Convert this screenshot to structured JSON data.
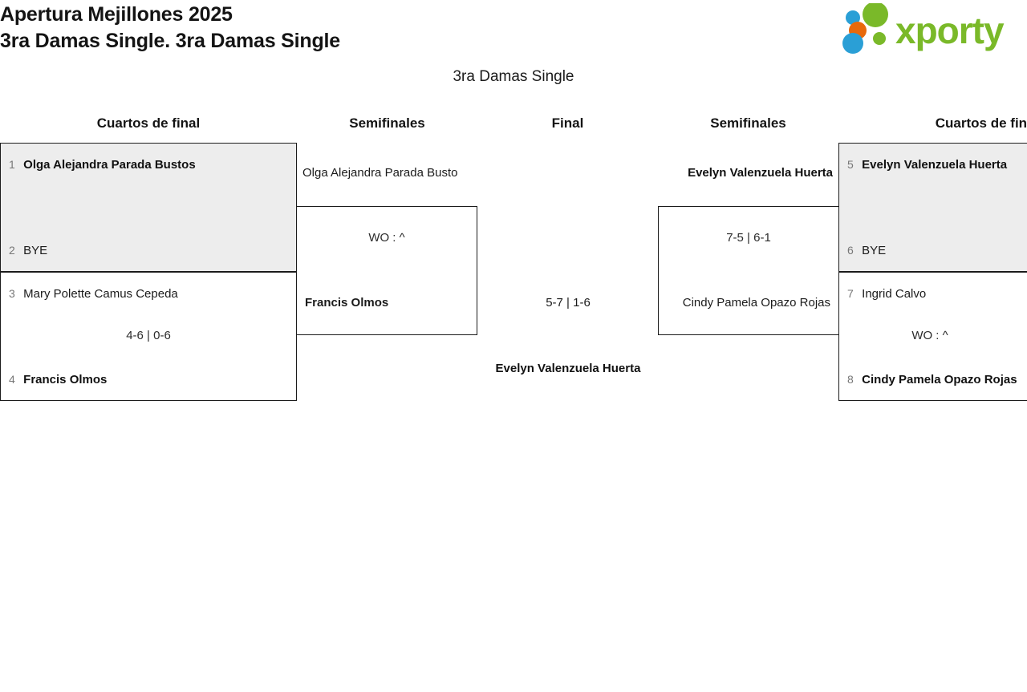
{
  "header": {
    "title_line1": "Apertura Mejillones 2025",
    "title_line2": "3ra Damas Single. 3ra Damas Single",
    "logo_text": "xporty",
    "logo_colors": {
      "green": "#7ab929",
      "blue": "#2a9fd6",
      "orange": "#e8690b"
    }
  },
  "bracket": {
    "subtitle": "3ra Damas Single",
    "rounds": {
      "qf_left": "Cuartos de final",
      "sf_left": "Semifinales",
      "final": "Final",
      "sf_right": "Semifinales",
      "qf_right": "Cuartos de final"
    },
    "quarterfinals_left": [
      {
        "seed_top": "1",
        "player_top": "Olga Alejandra Parada Bustos",
        "seed_bottom": "2",
        "player_bottom": "BYE",
        "score": "",
        "winner": "top",
        "shaded": true
      },
      {
        "seed_top": "3",
        "player_top": "Mary Polette Camus Cepeda",
        "seed_bottom": "4",
        "player_bottom": "Francis Olmos",
        "score": "4-6 | 0-6",
        "winner": "bottom",
        "shaded": false
      }
    ],
    "quarterfinals_right": [
      {
        "seed_top": "5",
        "player_top": "Evelyn Valenzuela Huerta",
        "seed_bottom": "6",
        "player_bottom": "BYE",
        "score": "",
        "winner": "top",
        "shaded": true
      },
      {
        "seed_top": "7",
        "player_top": "Ingrid Calvo",
        "seed_bottom": "8",
        "player_bottom": "Cindy Pamela Opazo Rojas",
        "score": "WO : ^",
        "winner": "bottom",
        "shaded": false
      }
    ],
    "semifinal_left": {
      "player_top": "Olga Alejandra Parada Busto",
      "player_bottom": "Francis Olmos",
      "score": "WO : ^",
      "winner": "bottom"
    },
    "semifinal_right": {
      "player_top": "Evelyn Valenzuela Huerta",
      "player_bottom": "Cindy Pamela Opazo Rojas",
      "score": "7-5 | 6-1",
      "winner": "top"
    },
    "final_match": {
      "score": "5-7 | 1-6",
      "champion": "Evelyn Valenzuela Huerta"
    }
  }
}
